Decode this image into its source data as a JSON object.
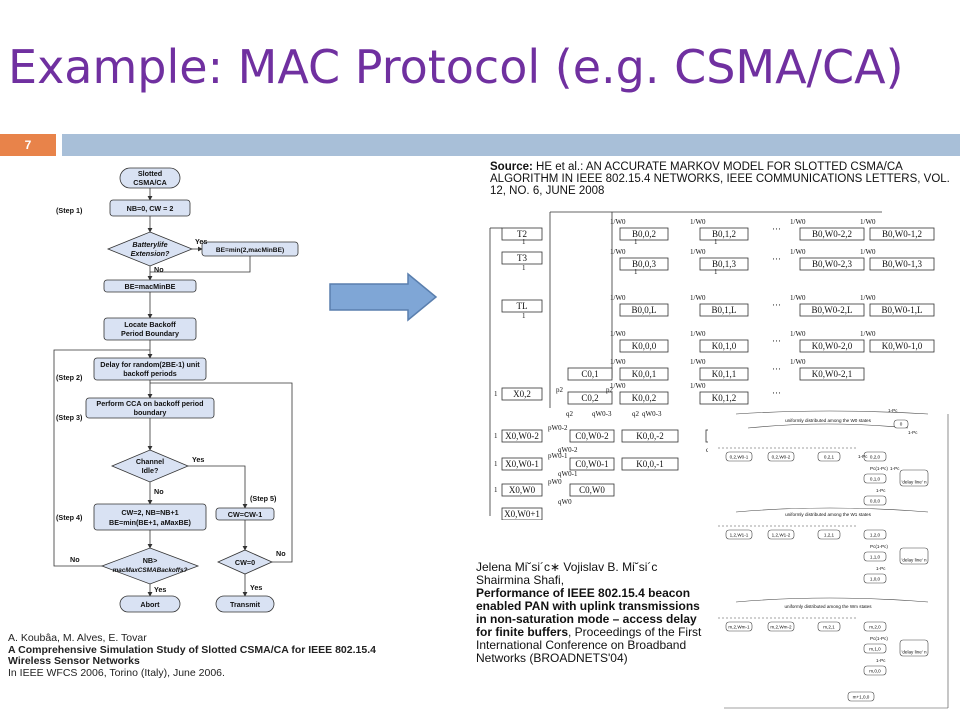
{
  "slide": {
    "title": "Example: MAC Protocol (e.g. CSMA/CA)",
    "page_number": "7"
  },
  "flowchart": {
    "start": [
      "Slotted",
      "CSMA/CA"
    ],
    "init": "NB=0, CW = 2",
    "battery_q": [
      "Batterylife",
      "Extension?"
    ],
    "be_min": "BE=min(2,macMinBE)",
    "be_mac": "BE=macMinBE",
    "locate": [
      "Locate Backoff",
      "Period Boundary"
    ],
    "delay": [
      "Delay for random(2BE-1) unit",
      "backoff periods"
    ],
    "cca": [
      "Perform CCA on backoff period",
      "boundary"
    ],
    "channel_q": [
      "Channel",
      "Idle?"
    ],
    "cw_update": [
      "CW=2, NB=NB+1",
      "BE=min(BE+1, aMaxBE)"
    ],
    "cw_dec": "CW=CW-1",
    "nb_q": [
      "NB>",
      "macMaxCSMABackoffs?"
    ],
    "cw_q": "CW=0",
    "abort": "Abort",
    "transmit": "Transmit",
    "yes": "Yes",
    "no": "No",
    "steps": [
      "(Step 1)",
      "(Step 2)",
      "(Step 3)",
      "(Step 4)",
      "(Step 5)"
    ]
  },
  "ref_left": {
    "authors": "A. Koubâa, M. Alves, E. Tovar",
    "title": "A Comprehensive  Simulation Study of Slotted CSMA/CA for IEEE 802.15.4 Wireless Sensor Networks",
    "venue": "In IEEE WFCS 2006, Torino (Italy), June 2006."
  },
  "source": {
    "label": "Source:",
    "text": " HE et al.: AN ACCURATE MARKOV MODEL FOR SLOTTED CSMA/CA ALGORITHM IN IEEE 802.15.4 NETWORKS, IEEE COMMUNICATIONS LETTERS, VOL. 12, NO. 6, JUNE 2008"
  },
  "markov": {
    "left_states": [
      "T2",
      "T3",
      "TL",
      "X0,2",
      "X0,W0-2",
      "X0,W0-1",
      "X0,W0",
      "X0,W0+1"
    ],
    "rows": [
      [
        "B0,0,2",
        "B0,1,2",
        "B0,W0-2,2",
        "B0,W0-1,2"
      ],
      [
        "B0,0,3",
        "B0,1,3",
        "B0,W0-2,3",
        "B0,W0-1,3"
      ],
      [
        "B0,0,L",
        "B0,1,L",
        "B0,W0-2,L",
        "B0,W0-1,L"
      ],
      [
        "K0,0,0",
        "K0,1,0",
        "K0,W0-2,0",
        "K0,W0-1,0"
      ],
      [
        "K0,0,1",
        "K0,1,1",
        "K0,W0-2,1"
      ],
      [
        "K0,0,2",
        "K0,1,2"
      ]
    ],
    "c_states": [
      "C0,1",
      "C0,2",
      "C0,W0-2",
      "C0,W0-1",
      "C0,W0"
    ],
    "k_extra": [
      "K0,0,-2",
      "K0,0,-1",
      "K0"
    ],
    "prob": "1/W0",
    "one": "1",
    "dots": "···",
    "labels": [
      "p2",
      "q2",
      "qW0-3",
      "pW0-2",
      "qW0-2",
      "pW0-1",
      "qW0-1",
      "pW0",
      "qW0",
      "q2",
      "qW0-3",
      "p2",
      "qi"
    ]
  },
  "markov2": {
    "top": [
      "1-Pc",
      "0",
      "1-Pc",
      "uniformly distributed among the W0 states"
    ],
    "block1": [
      "0,2,W0-1",
      "0,2,W0-2",
      "0,2,1",
      "0,2,0",
      "0,1,0",
      "0,0,0",
      "1-Pc",
      "Pc(1-Pc)",
      "1-Pc",
      "1-Pc",
      "'delay line' n"
    ],
    "block2": [
      "1,2,W1-1",
      "1,2,W1-2",
      "1,2,1",
      "1,2,0",
      "1,1,0",
      "1,0,0",
      "uniformly distributed among the W1 states",
      "Pc(1-Pc)",
      "1-Pc",
      "'delay line' n"
    ],
    "block3": [
      "m,2,Wm-1",
      "m,2,Wm-2",
      "m,2,1",
      "m,2,0",
      "m,1,0",
      "m,0,0",
      "m+1,0,0",
      "uniformly distributed among the Wm states",
      "Pc(1-Pc)",
      "1-Pc",
      "'delay line' n"
    ]
  },
  "ref_right": {
    "authors": "Jelena Mi˘si´c∗ Vojislav B. Mi˘si´c Shairmina Shafi,",
    "title": "Performance of IEEE 802.15.4 beacon enabled PAN with uplink transmissions in non-saturation mode – access delay for finite buffers",
    "venue": ", Proceedings of the First International Conference on Broadband Networks (BROADNETS'04)"
  }
}
